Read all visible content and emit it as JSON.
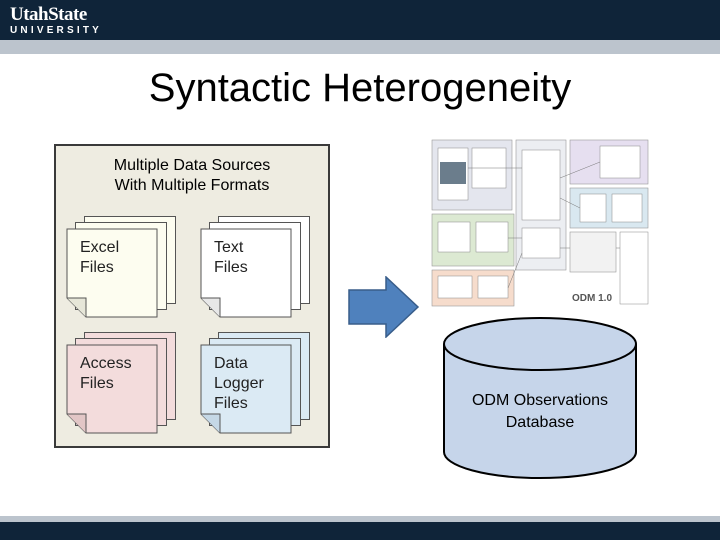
{
  "header": {
    "logo_line1": "UtahState",
    "logo_line2": "UNIVERSITY"
  },
  "slide": {
    "title": "Syntactic Heterogeneity",
    "panel_heading_line1": "Multiple Data Sources",
    "panel_heading_line2": "With Multiple Formats",
    "sources": [
      {
        "line1": "Excel",
        "line2": "Files",
        "line3": "",
        "color": "#fdfdf0"
      },
      {
        "line1": "Text",
        "line2": "Files",
        "line3": "",
        "color": "#ffffff"
      },
      {
        "line1": "Access",
        "line2": "Files",
        "line3": "",
        "color": "#f3dcdc"
      },
      {
        "line1": "Data",
        "line2": "Logger",
        "line3": "Files",
        "color": "#dbeaf4"
      }
    ],
    "diagram_caption": "ODM 1.0",
    "database_line1": "ODM Observations",
    "database_line2": "Database"
  },
  "colors": {
    "brand_navy": "#0f2439",
    "arrow_blue": "#4f81bd",
    "cylinder_fill": "#c6d5ea"
  }
}
